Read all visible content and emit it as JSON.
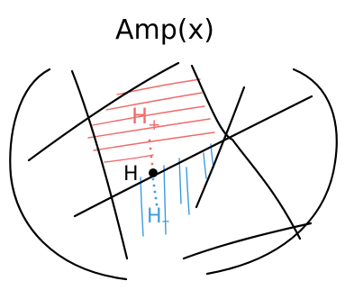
{
  "title": "Amp(x)",
  "point_label": "H",
  "upper_halfspace_label": "H",
  "upper_halfspace_sub": "+",
  "lower_halfspace_label": "H",
  "lower_halfspace_sub": "–",
  "colors": {
    "ink": "#000000",
    "upper_halfspace": "#f06a6a",
    "lower_halfspace": "#3d9be0"
  }
}
